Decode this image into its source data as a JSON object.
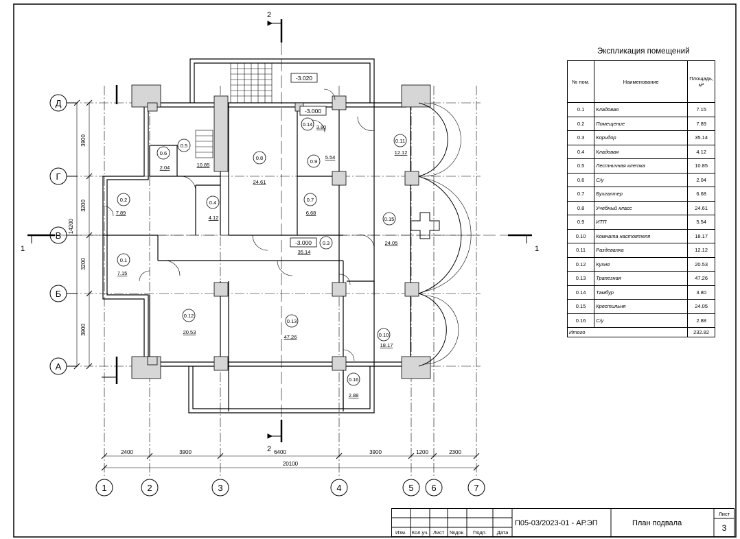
{
  "axes": {
    "rows": [
      "Д",
      "Г",
      "В",
      "Б",
      "А"
    ],
    "columns": [
      "1",
      "2",
      "3",
      "4",
      "5",
      "6",
      "7"
    ]
  },
  "dimensions": {
    "left_chain": [
      "3900",
      "3200",
      "3200",
      "3900"
    ],
    "left_total": "14200",
    "bottom_chain": [
      "2400",
      "3900",
      "6400",
      "3900",
      "1200",
      "2300"
    ],
    "bottom_total": "20100"
  },
  "section_marks": {
    "top": "2",
    "bottom": "2",
    "left": "1",
    "right": "1"
  },
  "levels": [
    "-3.020",
    "-3.000",
    "-3.000"
  ],
  "rooms": [
    {
      "num": "0.1",
      "area": "7.15"
    },
    {
      "num": "0.2",
      "area": "7.89"
    },
    {
      "num": "0.3",
      "area": "35.14"
    },
    {
      "num": "0.4",
      "area": "4.12"
    },
    {
      "num": "0.5",
      "area": "10.85"
    },
    {
      "num": "0.6",
      "area": "2.04"
    },
    {
      "num": "0.7",
      "area": "6.68"
    },
    {
      "num": "0.8",
      "area": "24.61"
    },
    {
      "num": "0.9",
      "area": "5.54"
    },
    {
      "num": "0.10",
      "area": "18.17"
    },
    {
      "num": "0.11",
      "area": "12.12"
    },
    {
      "num": "0.12",
      "area": "20.53"
    },
    {
      "num": "0.13",
      "area": "47.26"
    },
    {
      "num": "0.14",
      "area": "3.80"
    },
    {
      "num": "0.15",
      "area": "24.05"
    },
    {
      "num": "0.16",
      "area": "2.88"
    }
  ],
  "explication": {
    "title": "Экспликация помещений",
    "headers": [
      "№ пом.",
      "Наименование",
      "Площадь, м²"
    ],
    "rows": [
      [
        "0.1",
        "Кладовая",
        "7.15"
      ],
      [
        "0.2",
        "Помещение",
        "7.89"
      ],
      [
        "0.3",
        "Коридор",
        "35.14"
      ],
      [
        "0.4",
        "Кладовая",
        "4.12"
      ],
      [
        "0.5",
        "Лестничная клетка",
        "10.85"
      ],
      [
        "0.6",
        "С/у",
        "2.04"
      ],
      [
        "0.7",
        "Бухгалтер",
        "6.68"
      ],
      [
        "0.8",
        "Учебный класс",
        "24.61"
      ],
      [
        "0.9",
        "ИТП",
        "5.54"
      ],
      [
        "0.10",
        "Комната настоятеля",
        "18.17"
      ],
      [
        "0.11",
        "Раздевалка",
        "12.12"
      ],
      [
        "0.12",
        "Кухня",
        "20.53"
      ],
      [
        "0.13",
        "Трапезная",
        "47.26"
      ],
      [
        "0.14",
        "Тамбур",
        "3.80"
      ],
      [
        "0.15",
        "Крестильня",
        "24.05"
      ],
      [
        "0.16",
        "С/у",
        "2.88"
      ]
    ],
    "total_label": "Итого",
    "total_value": "232.82"
  },
  "title_block": {
    "code": "П05-03/2023-01 - АР.ЭП",
    "title": "План подвала",
    "sheet_label": "Лист",
    "sheet_number": "3",
    "columns": [
      "Изм.",
      "Кол.уч.",
      "Лист",
      "№док.",
      "Подп.",
      "Дата"
    ]
  }
}
